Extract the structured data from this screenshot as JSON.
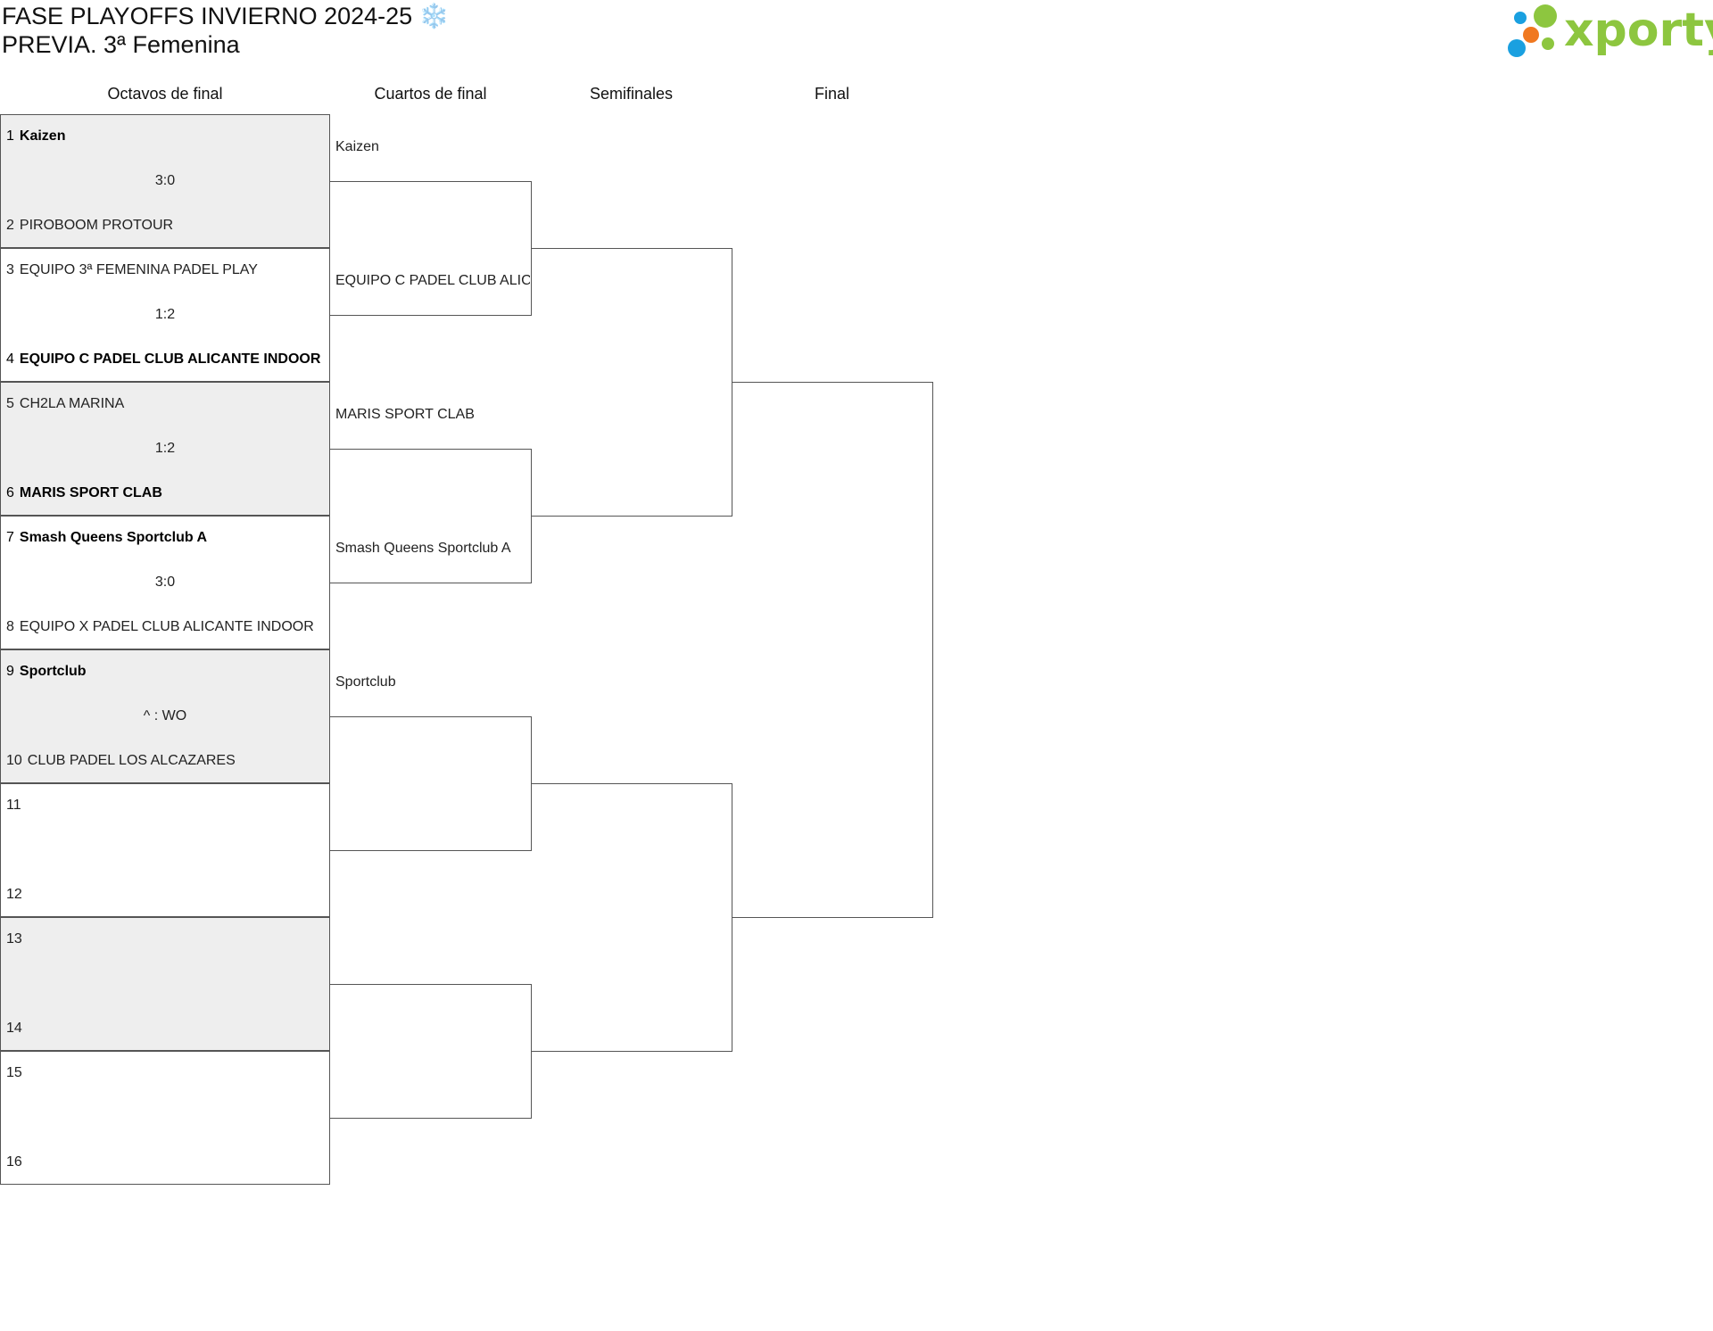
{
  "header": {
    "title_line1": "FASE PLAYOFFS INVIERNO 2024-25 ❄️",
    "title_line2": "PREVIA. 3ª Femenina"
  },
  "logo": {
    "text": "xporty",
    "dot_colors": [
      "#1aa0e0",
      "#8dc63f",
      "#f07820",
      "#1aa0e0",
      "#8dc63f"
    ]
  },
  "rounds": [
    "Octavos de final",
    "Cuartos de final",
    "Semifinales",
    "Final"
  ],
  "octavos": [
    {
      "team1": {
        "seed": "1",
        "name": "Kaizen",
        "winner": true
      },
      "team2": {
        "seed": "2",
        "name": "PIROBOOM PROTOUR",
        "winner": false
      },
      "score": "3:0",
      "shaded": true
    },
    {
      "team1": {
        "seed": "3",
        "name": "EQUIPO 3ª FEMENINA PADEL PLAY",
        "winner": false
      },
      "team2": {
        "seed": "4",
        "name": "EQUIPO C PADEL CLUB ALICANTE INDOOR",
        "winner": true
      },
      "score": "1:2",
      "shaded": false
    },
    {
      "team1": {
        "seed": "5",
        "name": "CH2LA MARINA",
        "winner": false
      },
      "team2": {
        "seed": "6",
        "name": "MARIS SPORT CLAB",
        "winner": true
      },
      "score": "1:2",
      "shaded": true
    },
    {
      "team1": {
        "seed": "7",
        "name": "Smash Queens Sportclub A",
        "winner": true
      },
      "team2": {
        "seed": "8",
        "name": "EQUIPO X PADEL CLUB ALICANTE INDOOR",
        "winner": false
      },
      "score": "3:0",
      "shaded": false
    },
    {
      "team1": {
        "seed": "9",
        "name": "Sportclub",
        "winner": true
      },
      "team2": {
        "seed": "10",
        "name": "CLUB PADEL LOS ALCAZARES",
        "winner": false
      },
      "score": "^ : WO",
      "shaded": true
    },
    {
      "team1": {
        "seed": "11",
        "name": "",
        "winner": false
      },
      "team2": {
        "seed": "12",
        "name": "",
        "winner": false
      },
      "score": "",
      "shaded": false
    },
    {
      "team1": {
        "seed": "13",
        "name": "",
        "winner": false
      },
      "team2": {
        "seed": "14",
        "name": "",
        "winner": false
      },
      "score": "",
      "shaded": true
    },
    {
      "team1": {
        "seed": "15",
        "name": "",
        "winner": false
      },
      "team2": {
        "seed": "16",
        "name": "",
        "winner": false
      },
      "score": "",
      "shaded": false
    }
  ],
  "cuartos_labels": [
    "Kaizen",
    "EQUIPO C PADEL CLUB ALICANTE INDOOR",
    "MARIS SPORT CLAB",
    "Smash Queens Sportclub A",
    "Sportclub",
    "",
    "",
    ""
  ],
  "colors": {
    "shaded_row": "#eeeeee",
    "border": "#555555",
    "logo_green": "#8dc63f",
    "logo_blue": "#1aa0e0",
    "logo_orange": "#f07820"
  }
}
